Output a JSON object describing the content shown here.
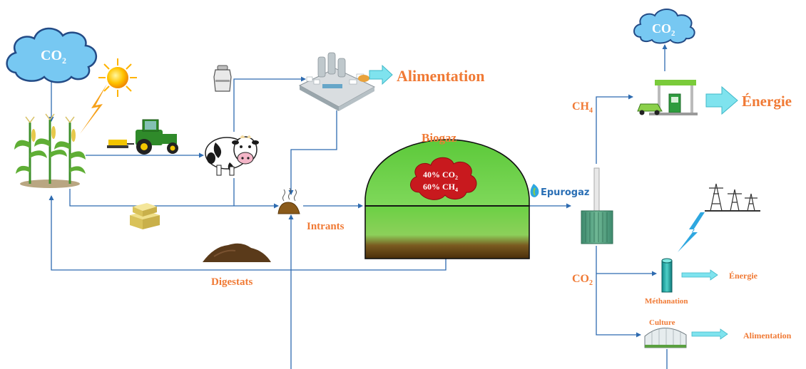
{
  "co2_left": {
    "main": "CO",
    "sub": "2"
  },
  "co2_right": {
    "main": "CO",
    "sub": "2"
  },
  "outputs": {
    "alimentation_main": "Alimentation",
    "energie_main": "Énergie",
    "energie_small": "Énergie",
    "alimentation_small": "Alimentation"
  },
  "process": {
    "biogaz": "Biogaz",
    "intrants": "Intrants",
    "digestats": "Digestats",
    "methanation": "Méthanation",
    "culture": "Culture"
  },
  "gas_mix": {
    "line1_main": "40% CO",
    "line1_sub": "2",
    "line2_main": "60% CH",
    "line2_sub": "4"
  },
  "streams": {
    "ch4_main": "CH",
    "ch4_sub": "4",
    "co2_main": "CO",
    "co2_sub": "2"
  },
  "brand": {
    "name": "Epurogaz"
  },
  "colors": {
    "label_orange": "#f07a35",
    "arrow_cyan": "#7fe3ee",
    "flow_blue": "#2e6bb0",
    "digester_green": "#6ccf3f",
    "cloud_blue": "#77c8f2",
    "gas_red": "#c8191e"
  }
}
